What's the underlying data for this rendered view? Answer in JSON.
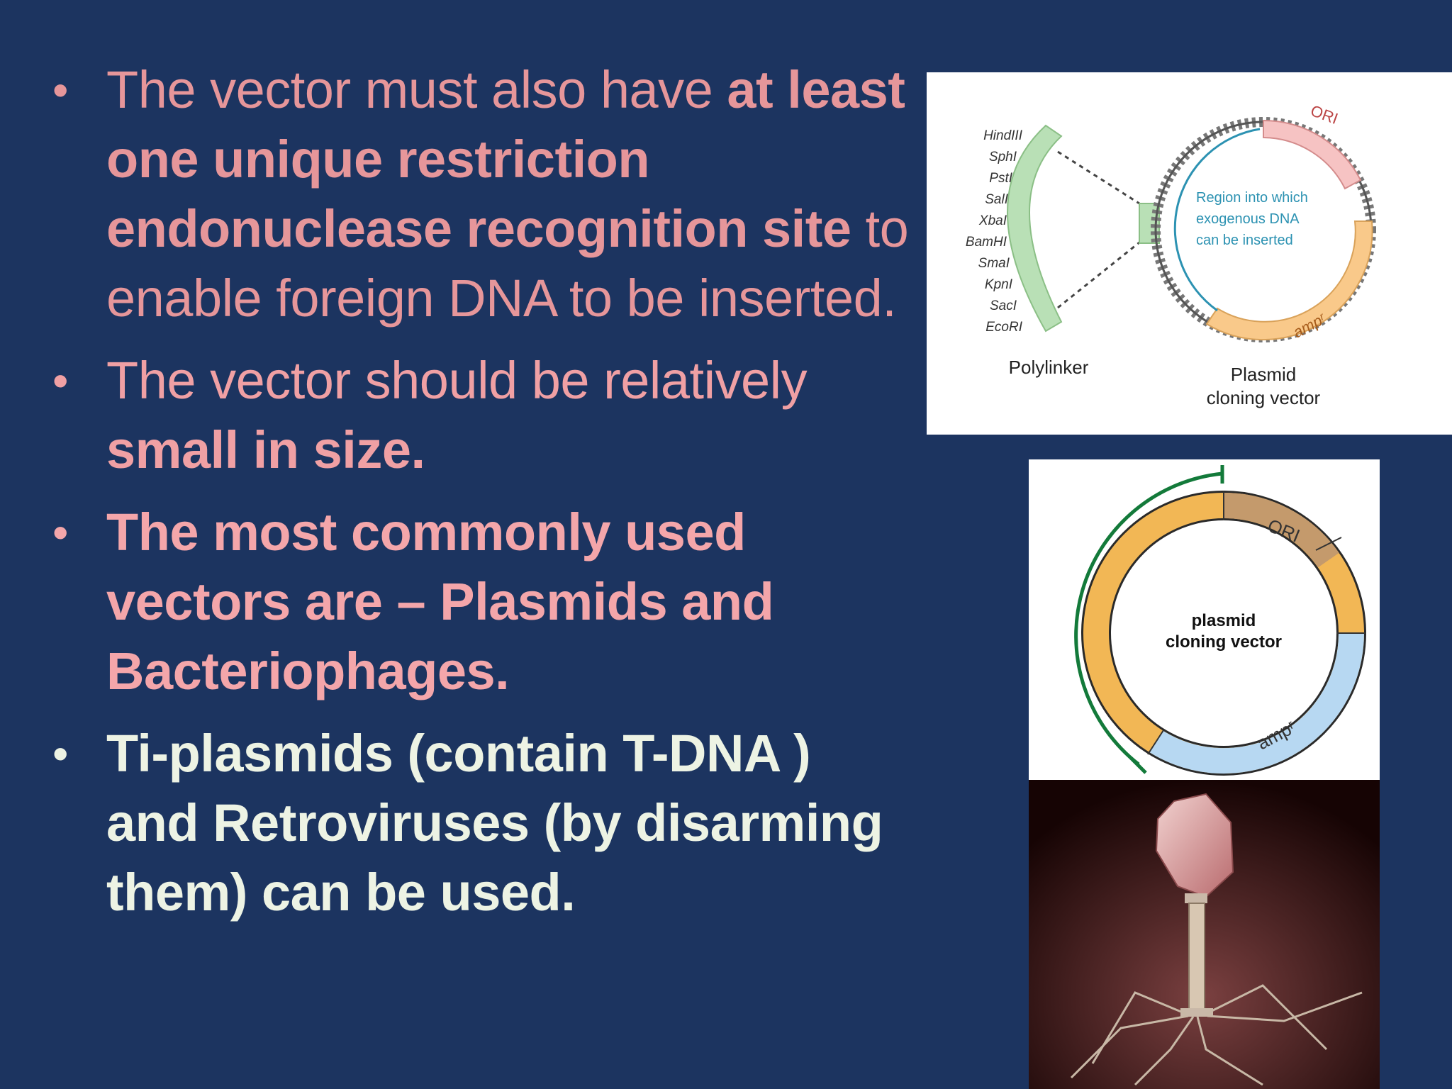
{
  "bullets": [
    {
      "bullet_char": "•",
      "segments": [
        {
          "text": "The vector must also have ",
          "bold": false,
          "color": "#e6969a"
        },
        {
          "text": "at least one unique restriction endonuclease recognition site",
          "bold": true,
          "color": "#e6969a"
        },
        {
          "text": " to enable foreign DNA to be inserted.",
          "bold": false,
          "color": "#e6969a"
        }
      ]
    },
    {
      "bullet_char": "•",
      "segments": [
        {
          "text": "The vector should be relatively ",
          "bold": false,
          "color": "#f0a0a4"
        },
        {
          "text": "small in size.",
          "bold": true,
          "color": "#f0a0a4"
        }
      ]
    },
    {
      "bullet_char": "•",
      "segments": [
        {
          "text": "The most commonly used vectors are – Plasmids and Bacteriophages.",
          "bold": true,
          "color": "#f4a6aa"
        }
      ]
    },
    {
      "bullet_char": "•",
      "segments": [
        {
          "text": "Ti-plasmids (contain T-DNA ) and Retroviruses (by disarming them) can be used.",
          "bold": true,
          "color": "#edf3e4"
        }
      ]
    }
  ],
  "figure1": {
    "restriction_sites": [
      "HindIII",
      "SphI",
      "PstI",
      "SalI",
      "XbaI",
      "BamHI",
      "SmaI",
      "KpnI",
      "SacI",
      "EcoRI"
    ],
    "polylinker_label": "Polylinker",
    "ori_label": "ORI",
    "amp_label": "ampʳ",
    "region_label_lines": [
      "Region into which",
      "exogenous DNA",
      "can  be inserted"
    ],
    "plasmid_label_lines": [
      "Plasmid",
      "cloning vector"
    ]
  },
  "figure2": {
    "center_label_lines": [
      "plasmid",
      "cloning vector"
    ],
    "ori_label": "ORI",
    "amp_label": "ampʳ"
  },
  "figure3": {
    "subject": "bacteriophage"
  },
  "colors": {
    "background": "#1c3460",
    "pink_text": "#e6969a",
    "cream_text": "#edf3e4",
    "ori_fill_fig1": "#f6c3c3",
    "amp_fill_fig1": "#f9c98a",
    "polylinker_fill": "#b9e0b6",
    "region_text": "#2c92b2",
    "fig2_orange": "#f2b755",
    "fig2_ori": "#c49a6c",
    "fig2_blue": "#b7d8f2",
    "fig2_arc": "#137a3a"
  }
}
